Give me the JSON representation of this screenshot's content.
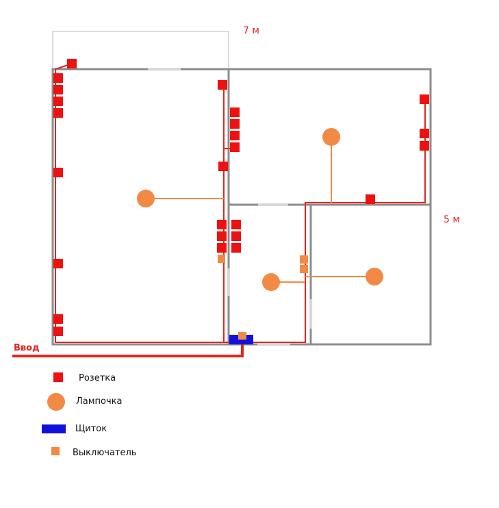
{
  "dimensions": {
    "width_label": "7 м",
    "height_label": "5 м"
  },
  "entry_label": "Ввод",
  "legend": {
    "socket_label": "Розетка",
    "lamp_label": "Лампочка",
    "panel_label": "Щиток",
    "switch_label": "Выключатель"
  },
  "colors": {
    "wall": "#8c8c8c",
    "wire": "#e8221e",
    "socket": "#ee1111",
    "lamp": "#f28a45",
    "panel": "#1111dd",
    "switch": "#f28a45",
    "opening": "#d8d8d8"
  }
}
